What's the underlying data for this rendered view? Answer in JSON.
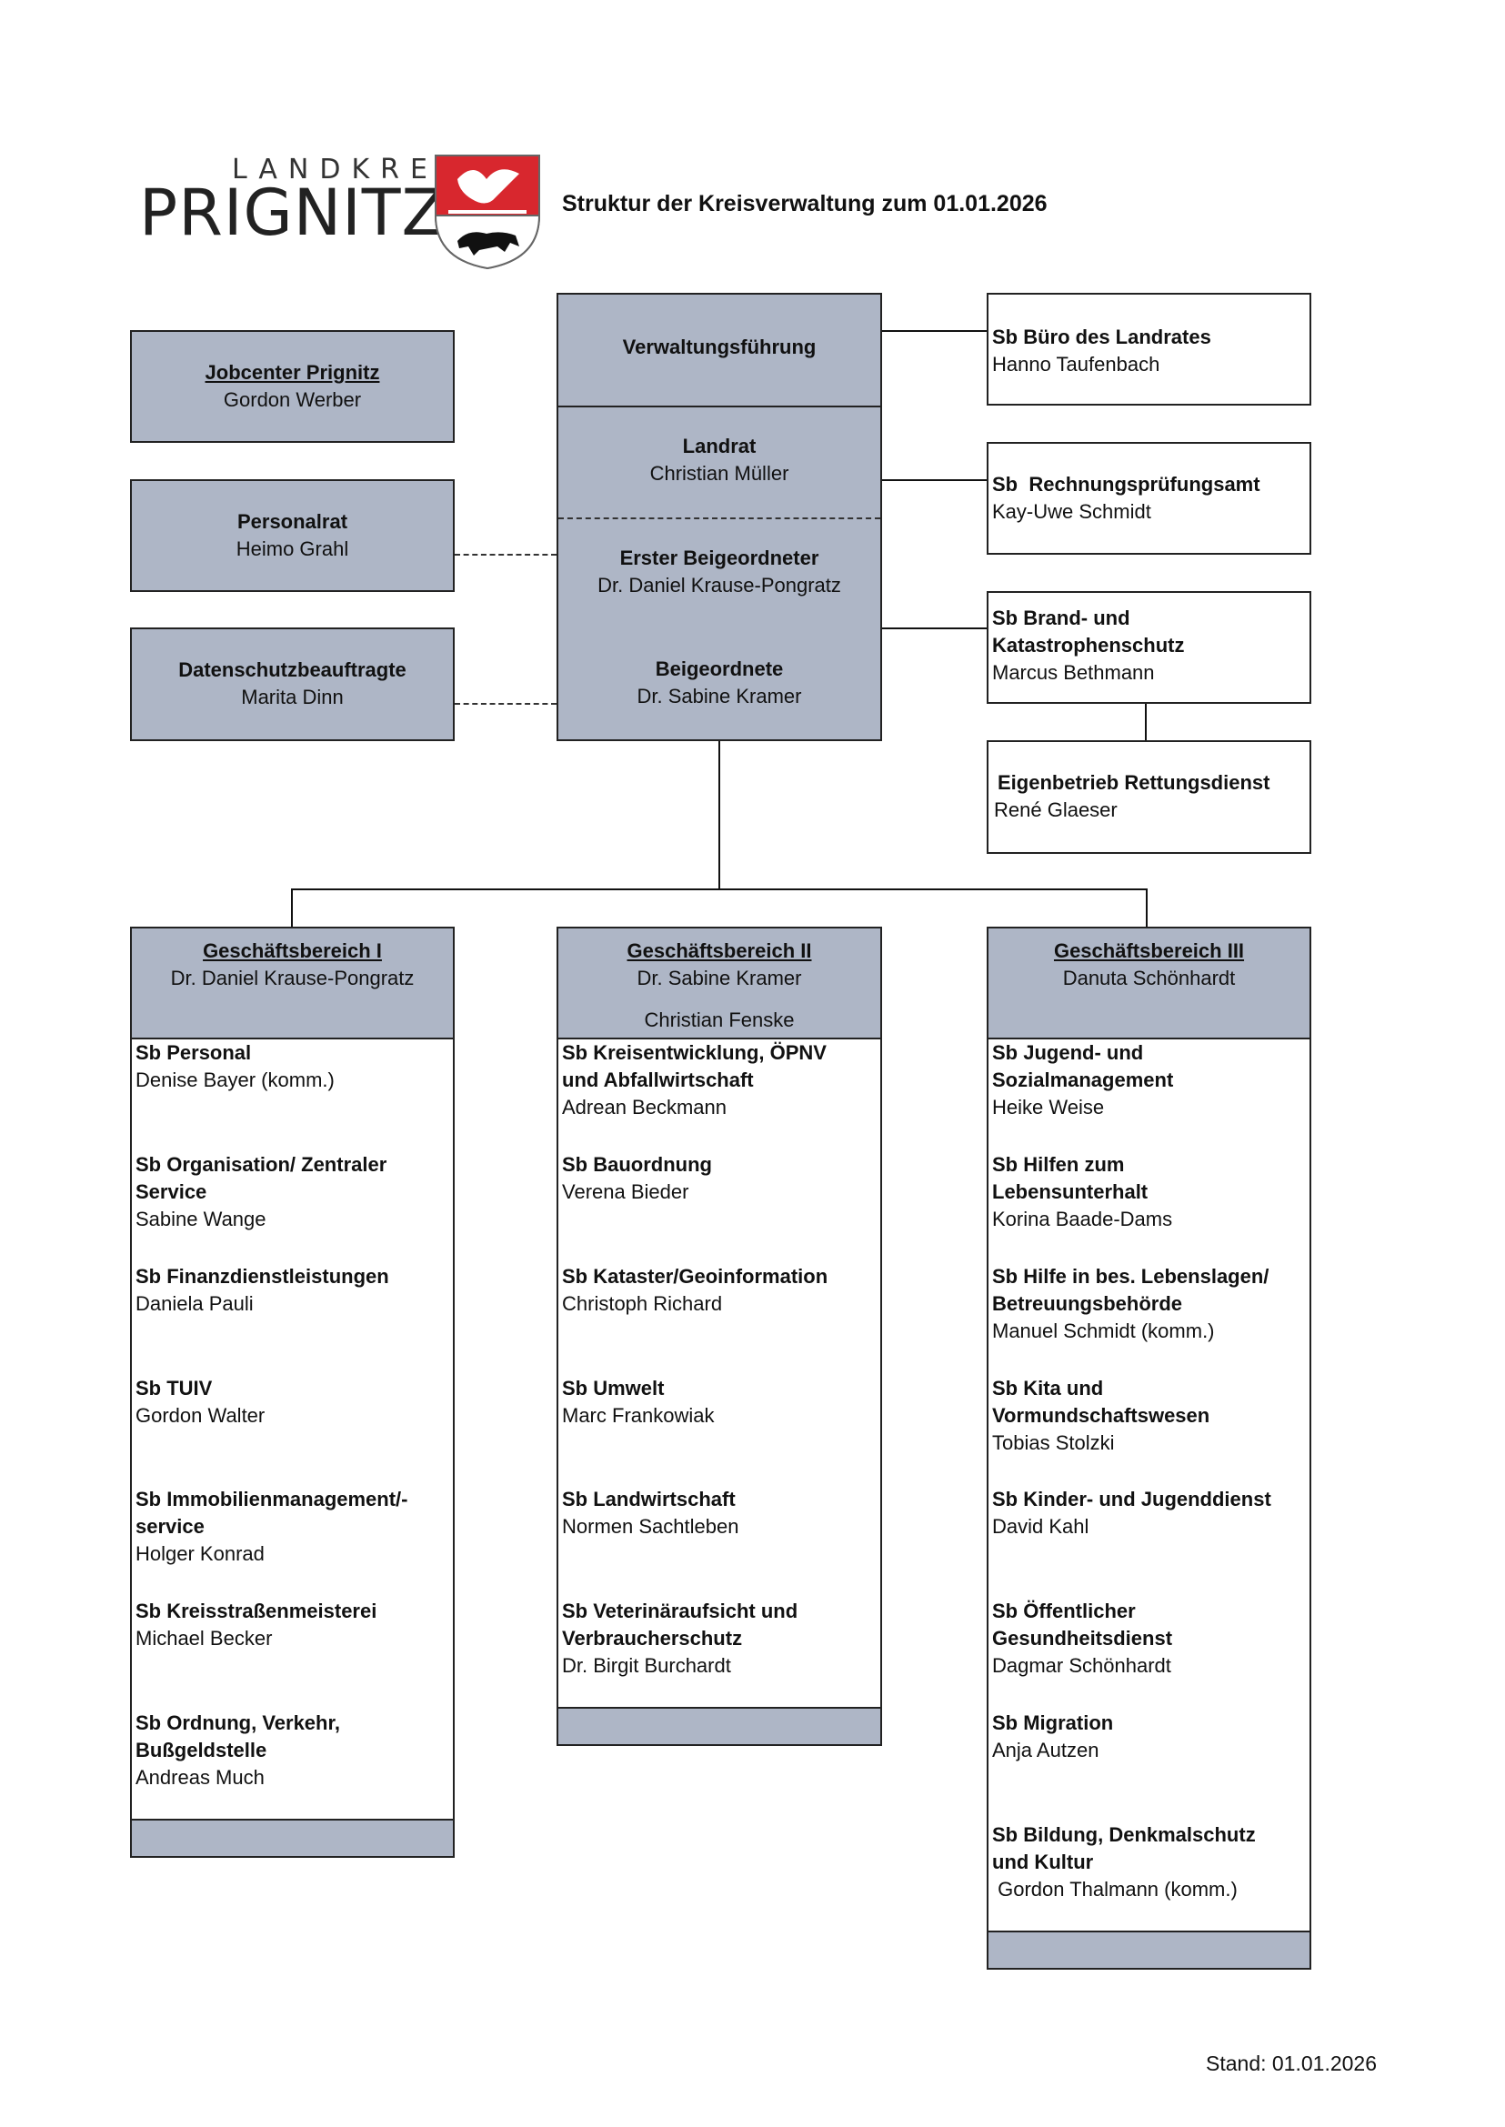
{
  "header": {
    "logo_landkreis": "LANDKREIS",
    "logo_prignitz": "PRIGNITZ",
    "title": "Struktur der Kreisverwaltung zum 01.01.2026"
  },
  "left": {
    "jobcenter": {
      "title": "Jobcenter Prignitz",
      "name": "Gordon Werber"
    },
    "personalrat": {
      "title": "Personalrat",
      "name": "Heimo Grahl"
    },
    "datenschutz": {
      "title": "Datenschutzbeauftragte",
      "name": "Marita Dinn"
    }
  },
  "center": {
    "verwaltung": "Verwaltungsführung",
    "landrat": {
      "title": "Landrat",
      "name": "Christian Müller"
    },
    "erster": {
      "title": "Erster Beigeordneter",
      "name": "Dr. Daniel Krause-Pongratz"
    },
    "beigeordnete": {
      "title": "Beigeordnete",
      "name": "Dr. Sabine Kramer"
    }
  },
  "right": {
    "buero": {
      "title": "Sb Büro des Landrates",
      "name": "Hanno Taufenbach"
    },
    "rpa": {
      "title": "Sb  Rechnungsprüfungsamt",
      "name": "Kay-Uwe Schmidt"
    },
    "brand": {
      "title": "Sb Brand- und\nKatastrophenschutz",
      "name": "Marcus Bethmann"
    },
    "rettung": {
      "title": "Eigenbetrieb Rettungsdienst",
      "name": "René Glaeser"
    }
  },
  "gb1": {
    "title": "Geschäftsbereich I",
    "name": "Dr. Daniel Krause-Pongratz",
    "items": [
      {
        "title": "Sb Personal",
        "name": "Denise Bayer (komm.)"
      },
      {
        "title": "Sb Organisation/ Zentraler\nService",
        "name": "Sabine Wange"
      },
      {
        "title": "Sb Finanzdienstleistungen",
        "name": "Daniela Pauli"
      },
      {
        "title": "Sb TUIV",
        "name": "Gordon Walter"
      },
      {
        "title": "Sb Immobilienmanagement/-\nservice",
        "name": "Holger Konrad"
      },
      {
        "title": "Sb Kreisstraßenmeisterei",
        "name": "Michael Becker"
      },
      {
        "title": "Sb Ordnung, Verkehr,\nBußgeldstelle",
        "name": "Andreas Much"
      }
    ]
  },
  "gb2": {
    "title": "Geschäftsbereich II",
    "name": "Dr. Sabine Kramer",
    "name2": "Christian Fenske",
    "items": [
      {
        "title": "Sb Kreisentwicklung, ÖPNV\nund Abfallwirtschaft",
        "name": "Adrean Beckmann"
      },
      {
        "title": "Sb Bauordnung",
        "name": "Verena Bieder"
      },
      {
        "title": "Sb Kataster/Geoinformation",
        "name": "Christoph Richard"
      },
      {
        "title": "Sb Umwelt",
        "name": "Marc Frankowiak"
      },
      {
        "title": "Sb Landwirtschaft",
        "name": "Normen Sachtleben"
      },
      {
        "title": "Sb Veterinäraufsicht und\nVerbraucherschutz",
        "name": "Dr. Birgit Burchardt"
      }
    ]
  },
  "gb3": {
    "title": "Geschäftsbereich III",
    "name": "Danuta Schönhardt",
    "items": [
      {
        "title": "Sb Jugend- und\nSozialmanagement",
        "name": "Heike Weise"
      },
      {
        "title": "Sb Hilfen zum\nLebensunterhalt",
        "name": "Korina Baade-Dams"
      },
      {
        "title": "Sb Hilfe in bes. Lebenslagen/\nBetreuungsbehörde",
        "name": "Manuel Schmidt (komm.)"
      },
      {
        "title": "Sb Kita und\nVormundschaftswesen",
        "name": "Tobias Stolzki"
      },
      {
        "title": "Sb Kinder- und Jugenddienst",
        "name": "David Kahl"
      },
      {
        "title": "Sb Öffentlicher\nGesundheitsdienst",
        "name": "Dagmar Schönhardt"
      },
      {
        "title": "Sb Migration",
        "name": "Anja Autzen"
      },
      {
        "title": "Sb Bildung, Denkmalschutz\nund Kultur",
        "name": " Gordon Thalmann (komm.)"
      }
    ]
  },
  "footer": {
    "stand": "Stand: 01.01.2026"
  }
}
